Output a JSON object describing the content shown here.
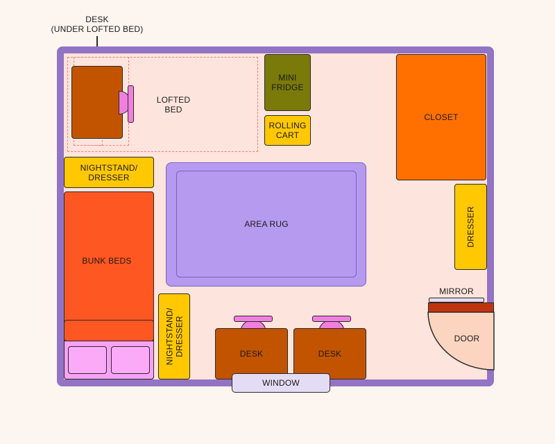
{
  "labels": {
    "desk_under_line1": "DESK",
    "desk_under_line2": "(UNDER LOFTED BED)",
    "lofted_bed_line1": "LOFTED",
    "lofted_bed_line2": "BED",
    "mini_fridge_line1": "MINI",
    "mini_fridge_line2": "FRIDGE",
    "rolling_cart_line1": "ROLLING",
    "rolling_cart_line2": "CART",
    "closet": "CLOSET",
    "nightstand_top_line1": "NIGHTSTAND/",
    "nightstand_top_line2": "DRESSER",
    "area_rug": "AREA RUG",
    "dresser": "DRESSER",
    "bunk_beds": "BUNK BEDS",
    "mirror": "MIRROR",
    "door": "DOOR",
    "nightstand_bottom_line1": "NIGHTSTAND/",
    "nightstand_bottom_line2": "DRESSER",
    "desk_left": "DESK",
    "desk_right": "DESK",
    "window": "WINDOW"
  },
  "colors": {
    "wall": "#9273c4",
    "floor": "#fde4dc",
    "desk": "#c25400",
    "chair": "#f07fe0",
    "mini_fridge": "#7a7a0a",
    "yellow": "#ffc800",
    "closet": "#ff7000",
    "bunk": "#ff5722",
    "rug_outer": "#b69af0",
    "window": "#e4dcf5",
    "door": "#fbd5c0",
    "door_frame": "#c0350e"
  }
}
